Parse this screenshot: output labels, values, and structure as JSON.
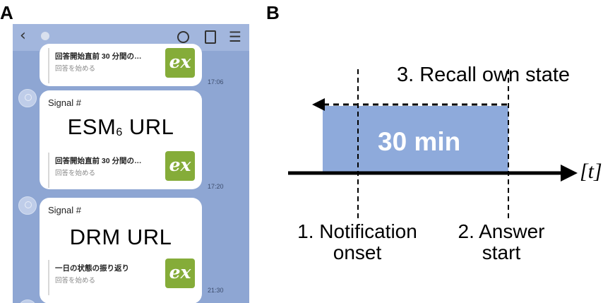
{
  "panel_a": {
    "letter": "A",
    "header_icons": [
      "back-chevron-icon",
      "profile-icon",
      "search-icon",
      "notes-icon",
      "menu-icon"
    ],
    "messages": [
      {
        "card_title": "回答開始直前 30 分間の…",
        "card_sub": "回答を始める",
        "logo_text": "ex",
        "time": "17:06"
      },
      {
        "signal": "Signal #",
        "url_label": "ESM",
        "url_sub": "6",
        "url_suffix": " URL",
        "card_title": "回答開始直前 30 分間の…",
        "card_sub": "回答を始める",
        "logo_text": "ex",
        "time": "17:20"
      },
      {
        "signal": "Signal #",
        "url_label": "DRM URL",
        "card_title": "一日の状態の振り返り",
        "card_sub": "回答を始める",
        "logo_text": "ex",
        "time": "21:30"
      }
    ],
    "colors": {
      "chat_bg": "#8ea6d3",
      "logo_green": "#85ac39"
    }
  },
  "panel_b": {
    "letter": "B",
    "recall_label": "3. Recall own state",
    "window_label": "30 min",
    "axis_label": "[t]",
    "notification_label_1": "1. Notification",
    "notification_label_2": "onset",
    "answer_label_1": "2. Answer",
    "answer_label_2": "start",
    "colors": {
      "window_fill": "#8eaadb",
      "axis": "#000000"
    }
  }
}
